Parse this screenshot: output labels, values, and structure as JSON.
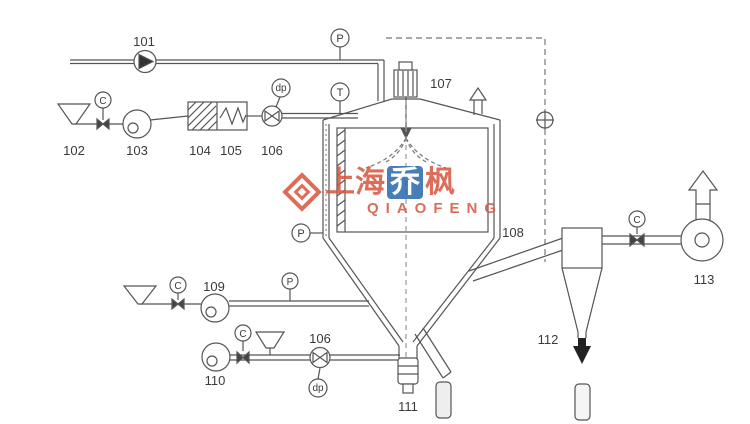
{
  "diagram": {
    "background": "#ffffff",
    "line_color": "#555555",
    "equipment_labels": {
      "e101": "101",
      "e102": "102",
      "e103": "103",
      "e104": "104",
      "e105": "105",
      "e106": "106",
      "e107": "107",
      "e108": "108",
      "e109": "109",
      "e110": "110",
      "e111": "111",
      "e112": "112",
      "e113": "113"
    },
    "instruments": {
      "pressure": "P",
      "temperature": "T",
      "control": "C",
      "differential_pressure": "dp"
    },
    "watermark": {
      "cn_prefix": "上海",
      "cn_highlight": "乔",
      "cn_suffix": "枫",
      "en": "QIAOFENG",
      "red": "#d85a42",
      "blue": "#2e6cb0"
    }
  }
}
